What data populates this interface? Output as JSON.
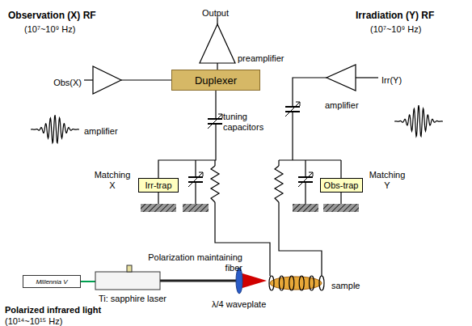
{
  "diagram": {
    "nodes": [
      {
        "text": [
          "Duplexer"
        ]
      },
      {
        "text": [
          "Irr-trap"
        ]
      },
      {
        "text": [
          "Obs-trap"
        ]
      },
      {
        "text": [
          "Millennia V"
        ]
      }
    ],
    "edges": [
      {
        "from": 0,
        "to": 1,
        "arrow": "none"
      }
    ],
    "labels": [
      "Output",
      "Observation (X) RF",
      "(10⁷~10⁹ Hz)",
      "Irradiation (Y) RF",
      "(10⁷~10⁹ Hz)",
      "preamplifier",
      "Obs(X)",
      "amplifier",
      "tuning capacitors",
      "amplifier",
      "Irr(Y)",
      "Matching X",
      "Matching Y",
      "Polarization maintaining fiber",
      "Ti: sapphire laser",
      "λ/4 waveplate",
      "sample",
      "Polarized infrared light",
      "(10¹⁴~10¹⁵ Hz)"
    ]
  }
}
